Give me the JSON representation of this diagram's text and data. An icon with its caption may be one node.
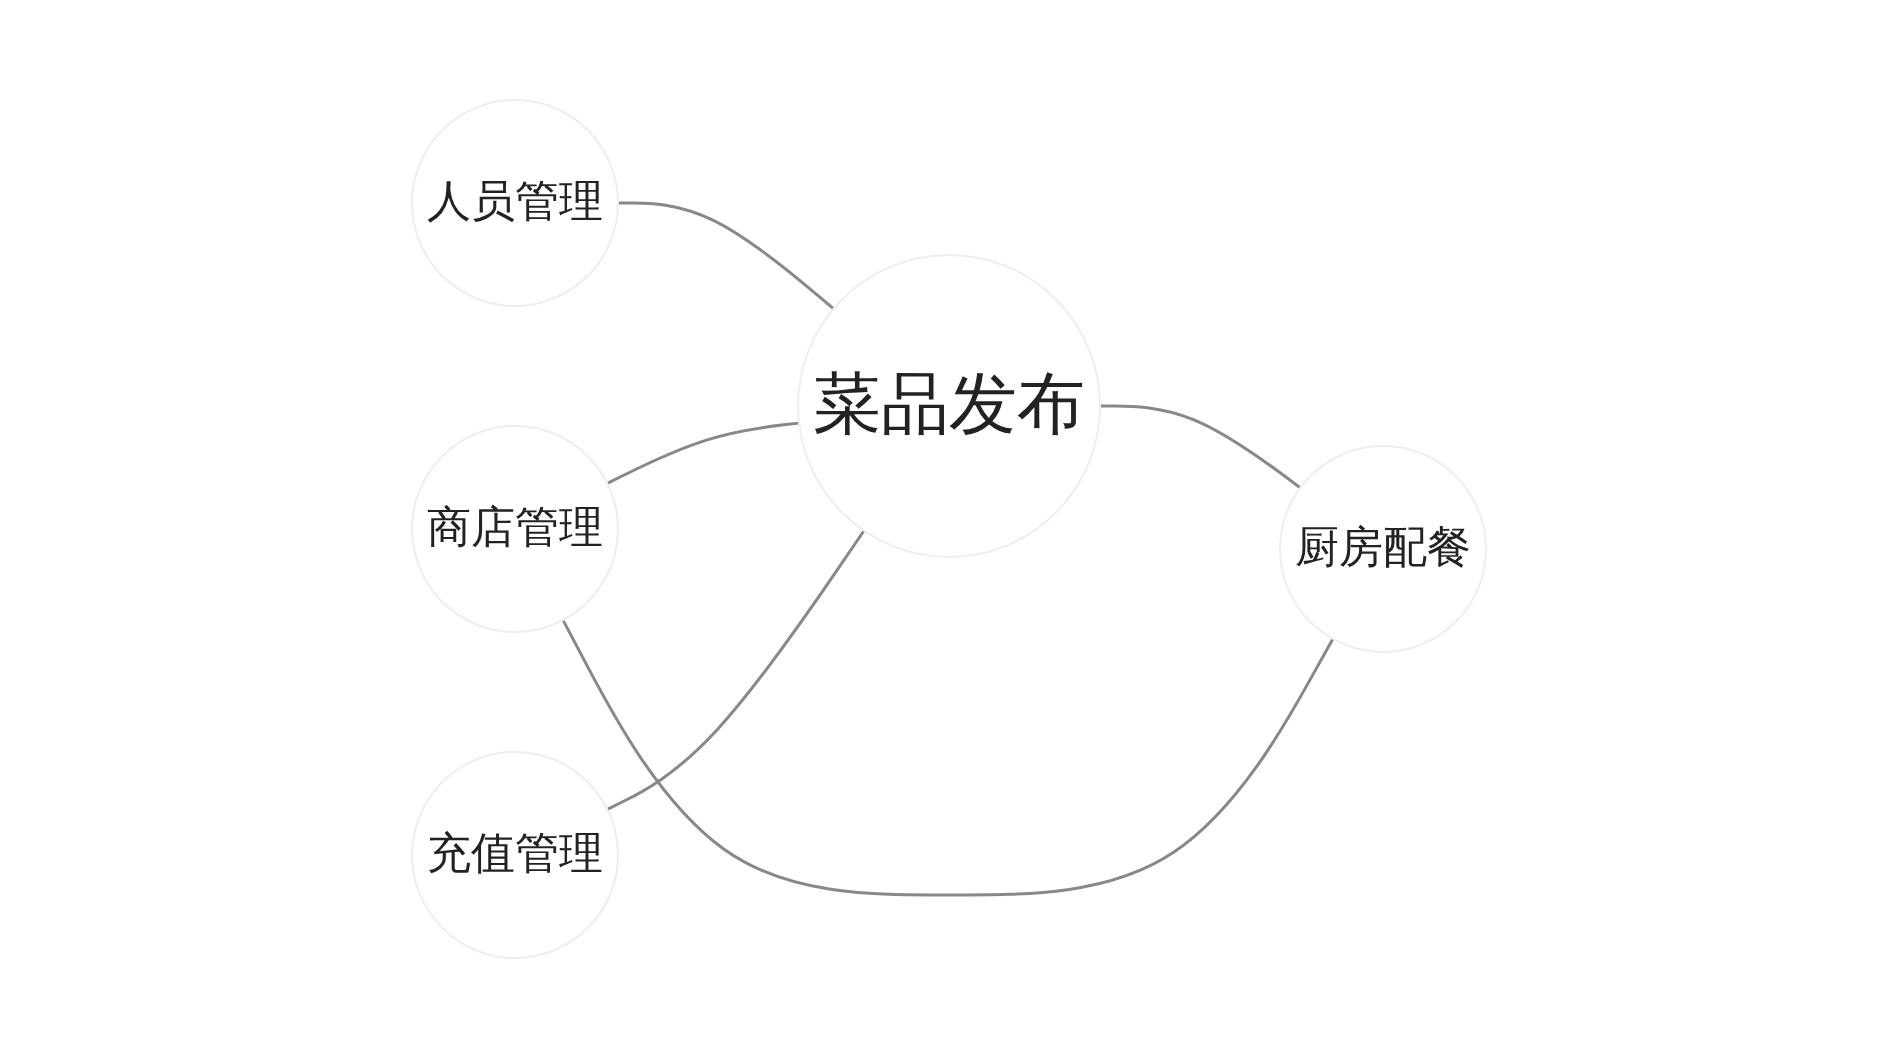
{
  "diagram": {
    "nodes": [
      {
        "text": [
          "人员管理"
        ]
      },
      {
        "text": [
          "商店管理"
        ]
      },
      {
        "text": [
          "菜品发布"
        ]
      },
      {
        "text": [
          "充值管理"
        ]
      },
      {
        "text": [
          "厨房配餐"
        ]
      }
    ],
    "edges": [
      {
        "from": 0,
        "to": 2,
        "arrow": "none"
      },
      {
        "from": 1,
        "to": 2,
        "arrow": "none"
      },
      {
        "from": 3,
        "to": 2,
        "arrow": "none"
      },
      {
        "from": 2,
        "to": 4,
        "arrow": "none"
      },
      {
        "from": 1,
        "to": 4,
        "arrow": "none"
      }
    ]
  }
}
